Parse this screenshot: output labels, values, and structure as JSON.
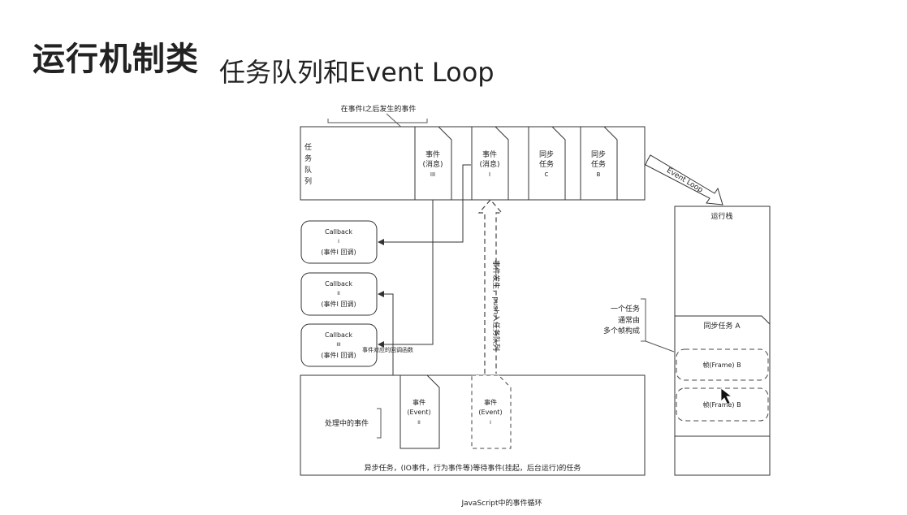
{
  "header": {
    "title": "运行机制类",
    "subtitle": "任务队列和Event Loop"
  },
  "diagram": {
    "top_bracket_label": "在事件I之后发生的事件",
    "task_queue_label": [
      "任",
      "务",
      "队",
      "列"
    ],
    "queue_items": [
      {
        "lines": [
          "事件",
          "(消息)",
          "III"
        ]
      },
      {
        "lines": [
          "事件",
          "(消息)",
          "I"
        ]
      },
      {
        "lines": [
          "同步",
          "任务",
          "C"
        ]
      },
      {
        "lines": [
          "同步",
          "任务",
          "B"
        ]
      }
    ],
    "event_loop_label": "Event Loop",
    "callbacks": [
      {
        "lines": [
          "Callback",
          "I",
          "(事件I 回调)"
        ]
      },
      {
        "lines": [
          "Callback",
          "II",
          "(事件I 回调)"
        ]
      },
      {
        "lines": [
          "Callback",
          "III",
          "(事件I 回调)"
        ]
      }
    ],
    "callback_note": "事件对应的回调函数",
    "vertical_arrow_label": "事件发生，push入任务队列",
    "bottom_events": [
      {
        "lines": [
          "事件",
          "(Event)",
          "II"
        ]
      },
      {
        "lines": [
          "事件",
          "(Event)",
          "I"
        ]
      }
    ],
    "processing_label": "处理中的事件",
    "async_caption": "异步任务，(IO事件，行为事件等)等待事件(挂起，后台运行)的任务",
    "stack_title": "运行栈",
    "task_note": [
      "一个任务",
      "通常由",
      "多个帧构成"
    ],
    "sync_task_a": "同步任务 A",
    "frames": [
      "帧(Frame) B",
      "帧(Frame) B"
    ],
    "bottom_caption": "JavaScript中的事件循环"
  }
}
